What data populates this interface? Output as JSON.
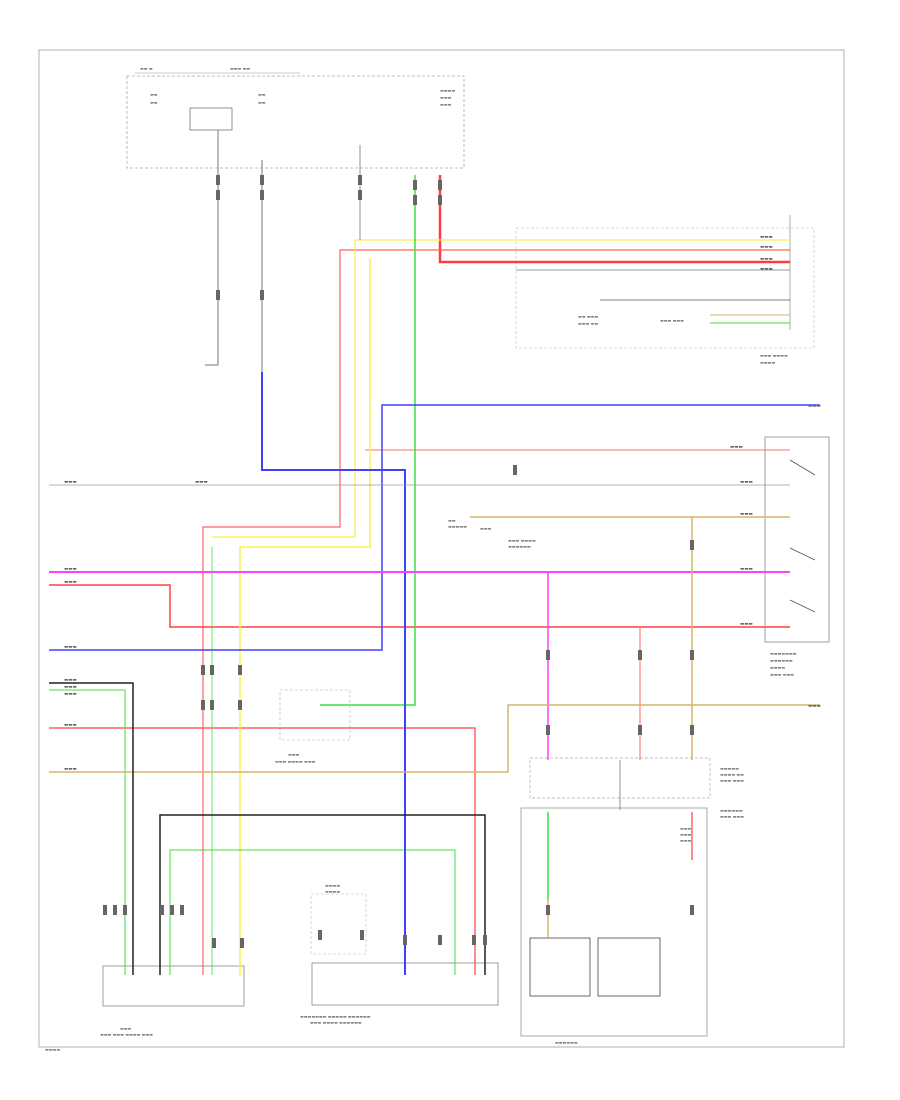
{
  "diagram": {
    "wire_colors": {
      "red": "#ff3b3b",
      "yellow": "#f5f050",
      "green": "#3ee03e",
      "light_green": "#8ee88e",
      "blue": "#4040ff",
      "magenta": "#ff40ff",
      "tan": "#d9b46a",
      "gray": "#9a9a9a",
      "black": "#222222",
      "frame": "#a0a0a0"
    },
    "modules": [
      {
        "id": "power-distribution-box"
      },
      {
        "id": "shift-position-indicator"
      },
      {
        "id": "transmission-range-switch"
      },
      {
        "id": "shift-lock-solenoid"
      },
      {
        "id": "engine-control-module"
      },
      {
        "id": "hazard-switch-assembly"
      },
      {
        "id": "left-under-dash-fuse-block"
      },
      {
        "id": "shift-solenoid-indicator"
      }
    ],
    "connectors_count": 48,
    "wires_count": 40
  }
}
